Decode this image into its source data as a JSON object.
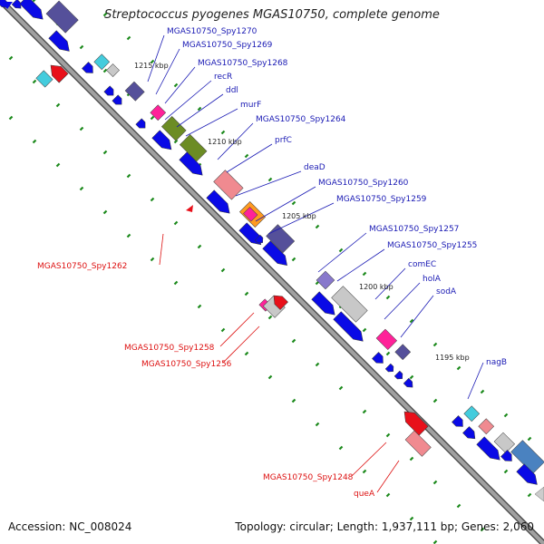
{
  "title": "Streptococcus pyogenes MGAS10750, complete genome",
  "accession": "Accession: NC_008024",
  "topology": "Topology: circular; Length: 1,937,111 bp; Genes: 2,060",
  "colors": {
    "backbone": "#8a8a8a",
    "cds": "#0a0ae6",
    "forward_label": "#1a1ab4",
    "reverse_label": "#dd1111",
    "reverse_gene": "#e8101a",
    "tick": "#1c8a1c",
    "cog_cyan": "#44ccdd",
    "cog_gray": "#c8c8c8",
    "cog_purple": "#55509a",
    "cog_magenta": "#ff2299",
    "cog_olive": "#6c8c24",
    "cog_pink": "#f08a90",
    "cog_orange": "#ff9a20",
    "cog_lavender": "#8878cc",
    "cog_steel": "#4a82c0"
  },
  "ticks": [
    "1215 kbp",
    "1210 kbp",
    "1205 kbp",
    "1200 kbp",
    "1195 kbp"
  ],
  "forward_labels": [
    "MGAS10750_Spy1270",
    "MGAS10750_Spy1269",
    "MGAS10750_Spy1268",
    "recR",
    "ddl",
    "murF",
    "MGAS10750_Spy1264",
    "prfC",
    "deaD",
    "MGAS10750_Spy1260",
    "MGAS10750_Spy1259",
    "MGAS10750_Spy1257",
    "MGAS10750_Spy1255",
    "comEC",
    "holA",
    "sodA",
    "nagB"
  ],
  "reverse_labels": [
    "MGAS10750_Spy1262",
    "MGAS10750_Spy1258",
    "MGAS10750_Spy1256",
    "MGAS10750_Spy1248",
    "queA"
  ]
}
